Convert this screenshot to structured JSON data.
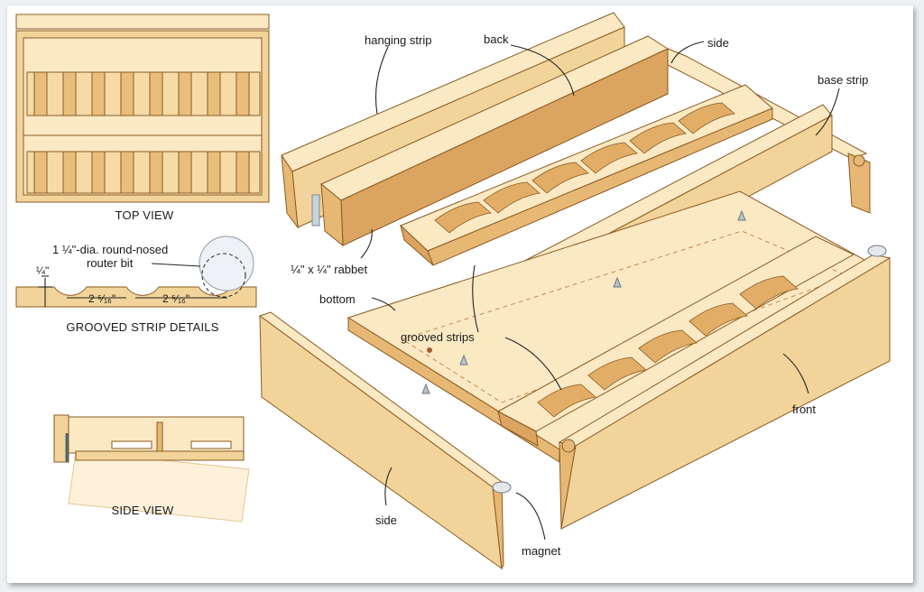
{
  "labels": {
    "hanging_strip": "hanging strip",
    "back": "back",
    "side_top": "side",
    "base_strip": "base strip",
    "rabbet": "¼\" x ¼\" rabbet",
    "bottom": "bottom",
    "grooved_strips": "grooved strips",
    "front": "front",
    "side_bottom": "side",
    "magnet": "magnet"
  },
  "views": {
    "top_view": "TOP VIEW",
    "side_view": "SIDE VIEW",
    "grooved_strip_details": "GROOVED STRIP DETAILS"
  },
  "detail": {
    "router_bit_line1": "1 ¼\"-dia. round-nosed",
    "router_bit_line2": "router bit",
    "depth_dim": "¼\"",
    "spacing_dim_1": "2 ⁵⁄₁₆\"",
    "spacing_dim_2": "2 ⁵⁄₁₆\""
  },
  "colors": {
    "wood_light": "#f2d49a",
    "wood_mid": "#e7b874",
    "wood_dark": "#dba460",
    "outline": "#8a5a22"
  }
}
